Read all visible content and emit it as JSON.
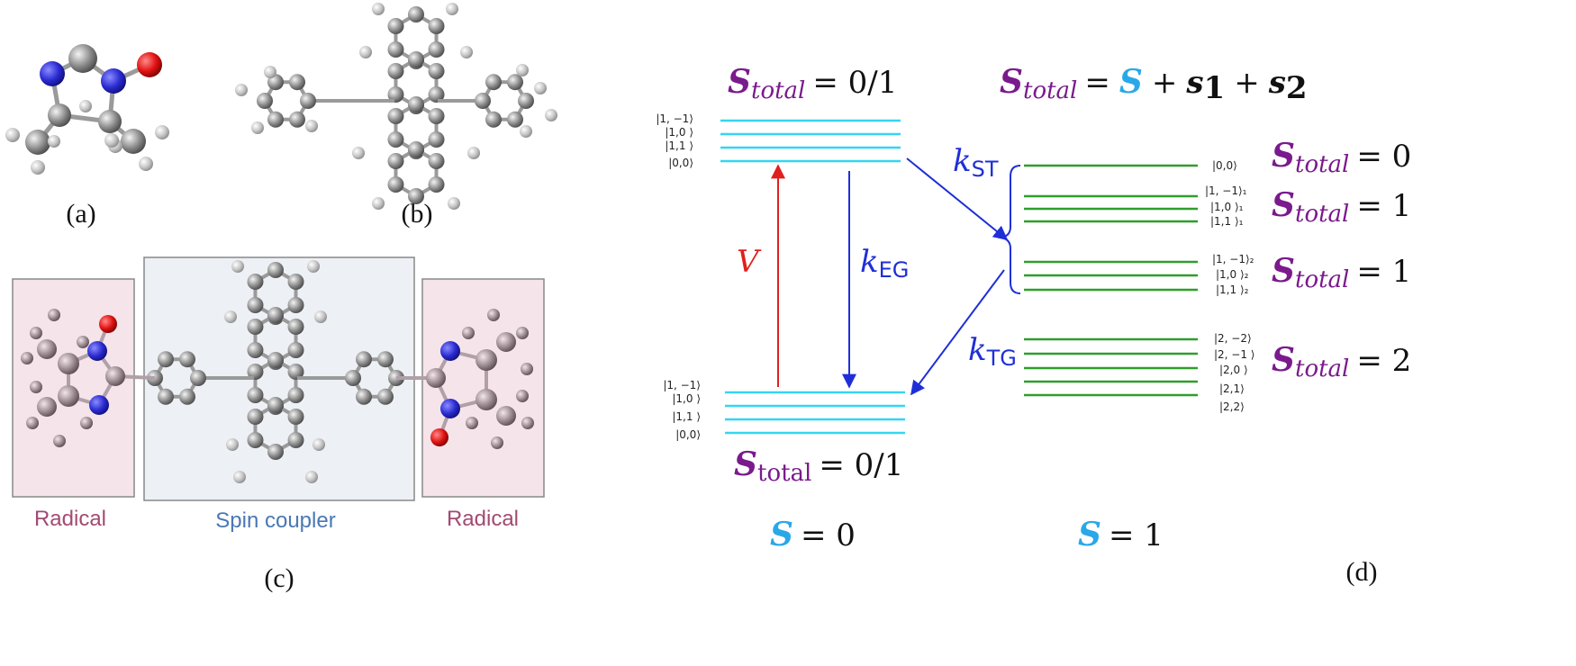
{
  "panels": {
    "a_label": "(a)",
    "b_label": "(b)",
    "c_label": "(c)",
    "d_label": "(d)"
  },
  "panel_c": {
    "left_box_label": "Radical",
    "center_box_label": "Spin coupler",
    "right_box_label": "Radical"
  },
  "energy_diagram": {
    "top_left_title": {
      "symbol": "S",
      "sub": "total",
      "value": "= 0/1"
    },
    "bottom_left_title": {
      "symbol": "S",
      "sub": "total",
      "value": "= 0/1"
    },
    "equation": {
      "lhs": "S",
      "lhs_sub": "total",
      "eq": "=",
      "s": "S",
      "plus1": "+",
      "s1": "s",
      "s1_sub": "1",
      "plus2": "+",
      "s2": "s",
      "s2_sub": "2"
    },
    "upper_singlet_kets": [
      "|1, −1⟩",
      "|1,0 ⟩",
      "|1,1 ⟩",
      "|0,0⟩"
    ],
    "lower_singlet_kets": [
      "|1, −1⟩",
      "|1,0 ⟩",
      "|1,1 ⟩",
      "|0,0⟩"
    ],
    "triplet_kets": {
      "group0": [
        "|0,0⟩"
      ],
      "group1": [
        "|1, −1⟩₁",
        "|1,0 ⟩₁",
        "|1,1 ⟩₁"
      ],
      "group2": [
        "|1, −1⟩₂",
        "|1,0 ⟩₂",
        "|1,1 ⟩₂"
      ],
      "group3": [
        "|2, −2⟩",
        "|2, −1 ⟩",
        "|2,0 ⟩",
        "|2,1⟩",
        "|2,2⟩"
      ]
    },
    "right_labels": [
      {
        "symbol": "S",
        "sub": "total",
        "value": "= 0"
      },
      {
        "symbol": "S",
        "sub": "total",
        "value": "= 1"
      },
      {
        "symbol": "S",
        "sub": "total",
        "value": "= 1"
      },
      {
        "symbol": "S",
        "sub": "total",
        "value": "= 2"
      }
    ],
    "rates": {
      "excite": "V",
      "k_eg": {
        "k": "k",
        "sub": "EG"
      },
      "k_st": {
        "k": "k",
        "sub": "ST"
      },
      "k_tg": {
        "k": "k",
        "sub": "TG"
      }
    },
    "bottom_s0": {
      "symbol": "S",
      "value": "= 0"
    },
    "bottom_s1": {
      "symbol": "S",
      "value": "= 1"
    },
    "colors": {
      "singlet_levels": "#33d6f0",
      "triplet_levels": "#2e9e2a",
      "blue_arrows": "#1f2fd8",
      "red_arrow": "#e0201c",
      "purple_text": "#7a1a8c",
      "s_blue": "#29a8e8"
    }
  }
}
